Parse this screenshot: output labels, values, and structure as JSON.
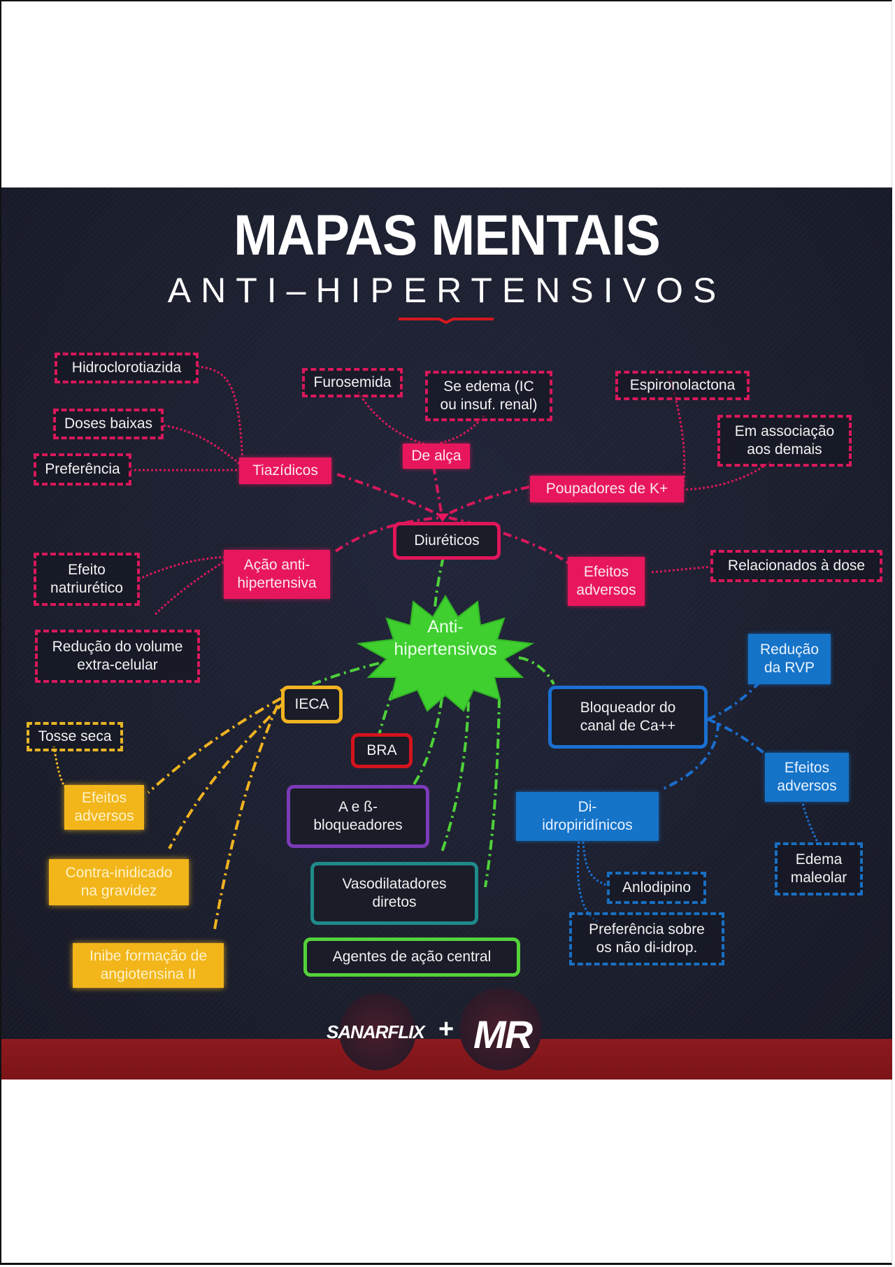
{
  "title": "MAPAS MENTAIS",
  "subtitle": "ANTI–HIPERTENSIVOS",
  "colors": {
    "pink": "#e8175d",
    "green": "#4fd13a",
    "yellow": "#f2b51a",
    "blue": "#1573c8",
    "red": "#d2141c",
    "purple": "#7b3ab8",
    "teal": "#1f8a8a",
    "background": "#1c1f2e",
    "footer": "#8d1a1e"
  },
  "center": {
    "label": "Anti-\nhipertensivos"
  },
  "diureticos": {
    "label": "Diuréticos",
    "tiazidicos": {
      "label": "Tiazídicos",
      "children": [
        "Hidroclorotiazida",
        "Doses baixas",
        "Preferência"
      ]
    },
    "de_alca": {
      "label": "De alça",
      "children": [
        "Furosemida",
        "Se edema (IC\nou insuf. renal)"
      ]
    },
    "poupadores": {
      "label": "Poupadores de K+",
      "children": [
        "Espironolactona",
        "Em associação\naos demais"
      ]
    },
    "acao": {
      "label": "Ação anti-\nhipertensiva",
      "children": [
        "Efeito\nnatriurético",
        "Redução do volume\nextra-celular"
      ]
    },
    "efeitos": {
      "label": "Efeitos\nadversos",
      "children": [
        "Relacionados à dose"
      ]
    }
  },
  "ieca": {
    "label": "IECA",
    "efeitos": {
      "label": "Efeitos\nadversos",
      "children": [
        "Tosse seca"
      ]
    },
    "contra": "Contra-inidicado\nna gravidez",
    "inibe": "Inibe formação de\nangiotensina II"
  },
  "other_classes": {
    "bra": "BRA",
    "ab_bloq": "A e ß-\nbloqueadores",
    "vasodilatadores": "Vasodilatadores\ndiretos",
    "agentes": "Agentes de ação central"
  },
  "bcc": {
    "label": "Bloqueador do\ncanal de Ca++",
    "reducao": "Redução\nda RVP",
    "efeitos": {
      "label": "Efeitos\nadversos",
      "children": [
        "Edema\nmaleolar"
      ]
    },
    "di": {
      "label": "Di-\nidropiridínicos",
      "children": [
        "Anlodipino",
        "Preferência sobre\nos não di-idrop."
      ]
    }
  },
  "logos": {
    "left": "SANARFLIX",
    "plus": "+",
    "right": "MR"
  }
}
